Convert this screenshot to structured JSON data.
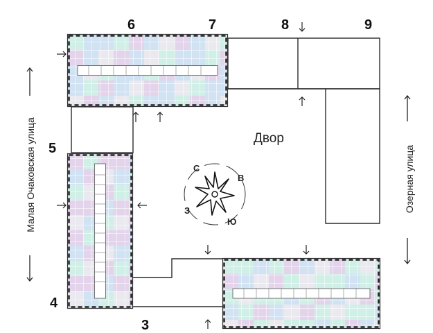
{
  "sections": [
    {
      "id": "section-3",
      "label": "3"
    },
    {
      "id": "section-4",
      "label": "4"
    },
    {
      "id": "section-5",
      "label": "5"
    },
    {
      "id": "section-6",
      "label": "6"
    },
    {
      "id": "section-7",
      "label": "7"
    },
    {
      "id": "section-8",
      "label": "8"
    },
    {
      "id": "section-9",
      "label": "9"
    }
  ],
  "streets": {
    "left": "Малая Очаковская улица",
    "right": "Озерная улица"
  },
  "courtyard": "Двор",
  "compass": {
    "north": "С",
    "east": "В",
    "south": "Ю",
    "west": "З"
  },
  "colors": {
    "outline": "#2b2b2b",
    "wall": "#333333",
    "apt_teal": "#cdeee6",
    "apt_blue": "#cfe0f2",
    "apt_lilac": "#e2d2ea",
    "apt_grey": "#e8e8ee"
  }
}
